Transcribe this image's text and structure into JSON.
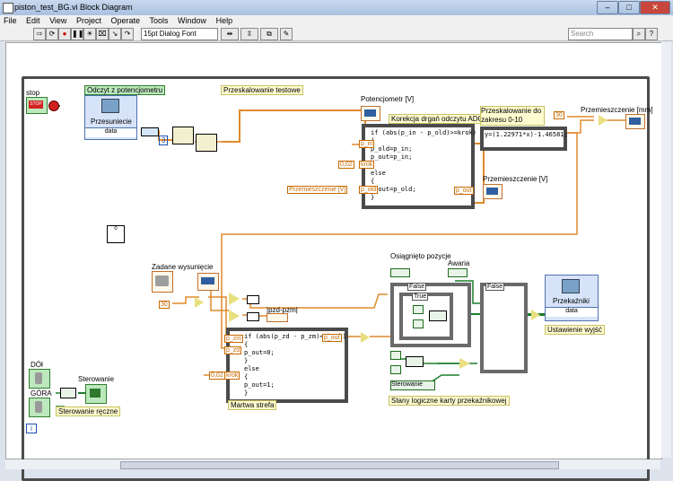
{
  "window": {
    "title": "piston_test_BG.vi Block Diagram"
  },
  "menu": [
    "File",
    "Edit",
    "View",
    "Project",
    "Operate",
    "Tools",
    "Window",
    "Help"
  ],
  "toolbar": {
    "font": "15pt Dialog Font",
    "search_placeholder": "Search"
  },
  "diagram": {
    "stop_label": "stop",
    "stop_tf": "STOP",
    "read_pot_label": "Odczyt z potencjometru",
    "read_pot_node": "Przesuniecie",
    "read_pot_data": "data",
    "rescale_test_label": "Przeskalowanie testowe",
    "pot_label": "Potencjometr [V]",
    "adc_label": "Korekcja drgań odczytu ADC",
    "adc_code": "if (abs(p_in - p_old)>=krok)\n{\np_old=p_in;\np_out=p_in;\n}\nelse\n{\np_out=p_old;\n}",
    "p_in": "p_in",
    "krok": "krok",
    "p_old": "p_old",
    "p_out": "p_out",
    "const_002": "0,02",
    "przem_v_local": "Przemieszczenie [V]",
    "rescale_label": "Przeskalowanie do zakresu 0-10",
    "rescale_formula": "y=(1.22971*x)-1.46581;",
    "przem_v_label": "Przemieszczenie [V]",
    "przem_mm_label": "Przemieszczenie [mm]",
    "const_30a": "30",
    "const_3": "3",
    "zadane_label": "Zadane wysunięcie",
    "const_30b": "30",
    "pzd_pzm": "|pzd-pzm|",
    "dead_code": "if (abs(p_zd - p_zm)<=krok)\n{\np_out=0;\n}\nelse\n{\np_out=1;\n}",
    "p_zm": "p_zm",
    "p_zd": "p_zd",
    "krok2": "krok",
    "p_out2": "p_out",
    "const_002b": "0,02",
    "dead_label": "Martwa strefa",
    "osiagnieto_label": "Osiągnięto pozycje",
    "awaria_label": "Awaria",
    "false1": "False",
    "true1": "True",
    "false2": "False",
    "przekazniki_node": "Przekaźniki",
    "przekazniki_data": "data",
    "ustawienie_label": "Ustawienie wyjść",
    "sterowanie_local": "Sterowanie",
    "stany_label": "Stany logiczne karty przekaźnikowej",
    "dol_label": "DÓł",
    "gora_label": "GÓRA",
    "sterowanie_label": "Sterowanie",
    "sterowanie_reczne": "Sterowanie ręczne",
    "loop_i": "i",
    "f1": "F",
    "f2": "F",
    "f3": "F"
  }
}
